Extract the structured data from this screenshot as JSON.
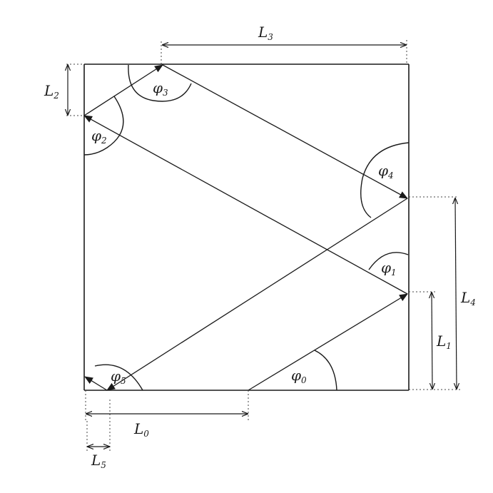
{
  "labels": {
    "phi0": {
      "sym": "φ",
      "sub": "0"
    },
    "phi1": {
      "sym": "φ",
      "sub": "1"
    },
    "phi2": {
      "sym": "φ",
      "sub": "2"
    },
    "phi3": {
      "sym": "φ",
      "sub": "3"
    },
    "phi4": {
      "sym": "φ",
      "sub": "4"
    },
    "phi5": {
      "sym": "φ",
      "sub": "5"
    },
    "L0": {
      "sym": "L",
      "sub": "0"
    },
    "L1": {
      "sym": "L",
      "sub": "1"
    },
    "L2": {
      "sym": "L",
      "sub": "2"
    },
    "L3": {
      "sym": "L",
      "sub": "3"
    },
    "L4": {
      "sym": "L",
      "sub": "4"
    },
    "L5": {
      "sym": "L",
      "sub": "5"
    }
  },
  "colors": {
    "ink": "#1a1a1a",
    "background": "#ffffff"
  }
}
